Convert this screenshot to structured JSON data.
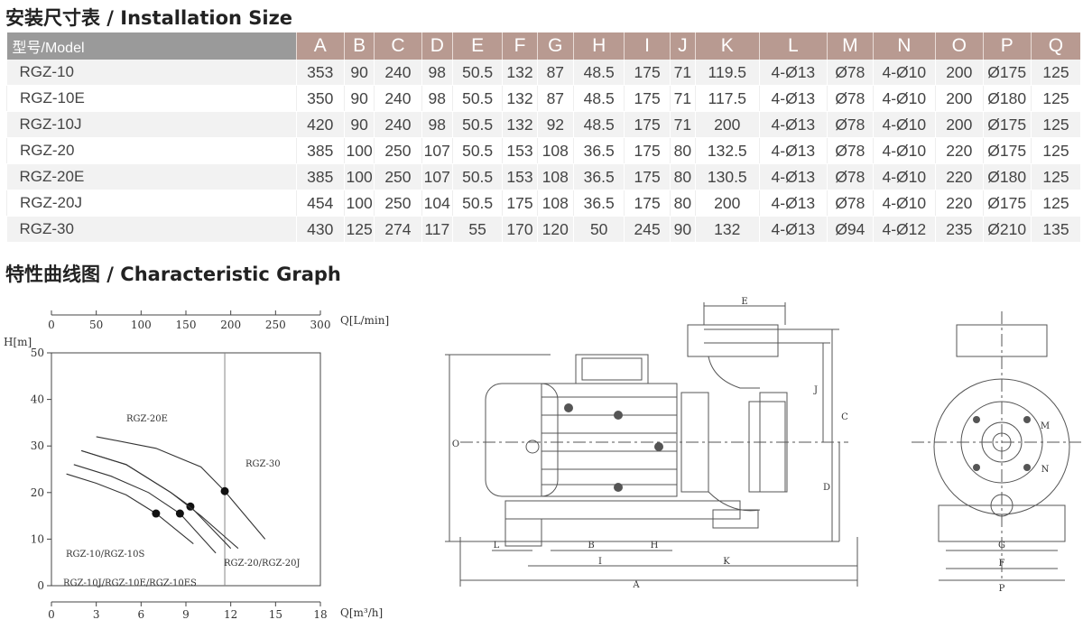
{
  "install_title": "安装尺寸表 / Installation Size",
  "graph_title": "特性曲线图 / Characteristic Graph",
  "table": {
    "model_header": "型号/Model",
    "columns": [
      "A",
      "B",
      "C",
      "D",
      "E",
      "F",
      "G",
      "H",
      "I",
      "J",
      "K",
      "L",
      "M",
      "N",
      "O",
      "P",
      "Q"
    ],
    "rows": [
      {
        "model": "RGZ-10",
        "values": [
          "353",
          "90",
          "240",
          "98",
          "50.5",
          "132",
          "87",
          "48.5",
          "175",
          "71",
          "119.5",
          "4-Ø13",
          "Ø78",
          "4-Ø10",
          "200",
          "Ø175",
          "125"
        ]
      },
      {
        "model": "RGZ-10E",
        "values": [
          "350",
          "90",
          "240",
          "98",
          "50.5",
          "132",
          "87",
          "48.5",
          "175",
          "71",
          "117.5",
          "4-Ø13",
          "Ø78",
          "4-Ø10",
          "200",
          "Ø180",
          "125"
        ]
      },
      {
        "model": "RGZ-10J",
        "values": [
          "420",
          "90",
          "240",
          "98",
          "50.5",
          "132",
          "92",
          "48.5",
          "175",
          "71",
          "200",
          "4-Ø13",
          "Ø78",
          "4-Ø10",
          "200",
          "Ø175",
          "125"
        ]
      },
      {
        "model": "RGZ-20",
        "values": [
          "385",
          "100",
          "250",
          "107",
          "50.5",
          "153",
          "108",
          "36.5",
          "175",
          "80",
          "132.5",
          "4-Ø13",
          "Ø78",
          "4-Ø10",
          "220",
          "Ø175",
          "125"
        ]
      },
      {
        "model": "RGZ-20E",
        "values": [
          "385",
          "100",
          "250",
          "107",
          "50.5",
          "153",
          "108",
          "36.5",
          "175",
          "80",
          "130.5",
          "4-Ø13",
          "Ø78",
          "4-Ø10",
          "220",
          "Ø180",
          "125"
        ]
      },
      {
        "model": "RGZ-20J",
        "values": [
          "454",
          "100",
          "250",
          "104",
          "50.5",
          "175",
          "108",
          "36.5",
          "175",
          "80",
          "200",
          "4-Ø13",
          "Ø78",
          "4-Ø10",
          "220",
          "Ø175",
          "125"
        ]
      },
      {
        "model": "RGZ-30",
        "values": [
          "430",
          "125",
          "274",
          "117",
          "55",
          "170",
          "120",
          "50",
          "245",
          "90",
          "132",
          "4-Ø13",
          "Ø94",
          "4-Ø12",
          "235",
          "Ø210",
          "135"
        ]
      }
    ]
  },
  "chart_data": {
    "type": "line",
    "top_axis_label": "Q[L/min]",
    "top_axis_ticks": [
      0,
      50,
      100,
      150,
      200,
      250,
      300
    ],
    "ylabel": "H[m]",
    "yticks": [
      0,
      10,
      20,
      30,
      40,
      50
    ],
    "xlabel": "Q[m³/h]",
    "xlabel_display": "Q[m³/h]",
    "xticks": [
      0,
      3,
      6,
      9,
      12,
      15,
      18
    ],
    "xlim": [
      0,
      18
    ],
    "ylim": [
      0,
      50
    ],
    "series": [
      {
        "name": "RGZ-10/RGZ-10S",
        "x": [
          1,
          3,
          5,
          7,
          9.5
        ],
        "y": [
          24,
          22,
          19.5,
          15.5,
          9
        ],
        "rated_point": [
          7,
          15.5
        ]
      },
      {
        "name": "RGZ-10J/RGZ-10E/RGZ-10ES",
        "x": [
          1.5,
          4,
          6.5,
          8.6,
          11
        ],
        "y": [
          26,
          23.5,
          20,
          15.5,
          7
        ],
        "rated_point": [
          8.6,
          15.5
        ]
      },
      {
        "name": "RGZ-20E",
        "x": [
          2,
          5,
          8,
          9.3,
          12
        ],
        "y": [
          29,
          26,
          20,
          17,
          8
        ],
        "rated_point": [
          9.3,
          17
        ]
      },
      {
        "name": "RGZ-20/RGZ-20J",
        "x": [
          2,
          5,
          8,
          10,
          12.5
        ],
        "y": [
          29,
          26,
          20,
          15,
          8
        ],
        "rated_point": null
      },
      {
        "name": "RGZ-30",
        "x": [
          3,
          7,
          10,
          11.6,
          14.3
        ],
        "y": [
          32,
          29.5,
          25.5,
          20.3,
          10
        ],
        "rated_point": [
          11.6,
          20.3
        ]
      }
    ]
  },
  "drawing_labels": {
    "side": [
      "E",
      "C",
      "O",
      "D",
      "J",
      "L",
      "B",
      "H",
      "I",
      "K",
      "A"
    ],
    "front": [
      "M",
      "N",
      "G",
      "F",
      "P"
    ]
  }
}
